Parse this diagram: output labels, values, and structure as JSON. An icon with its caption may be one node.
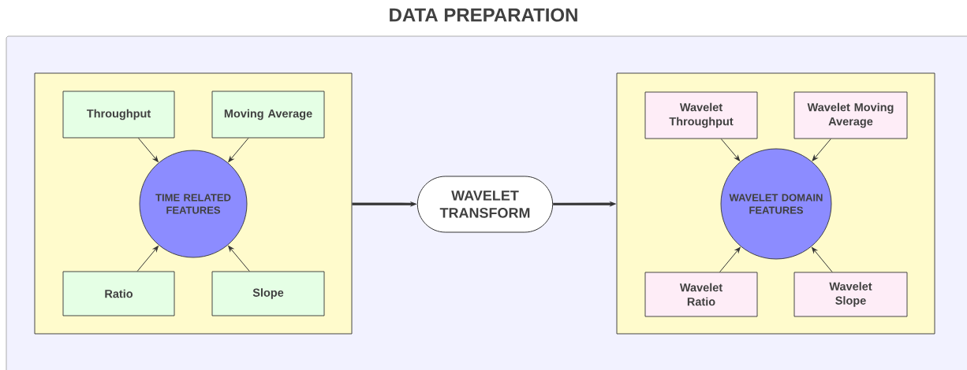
{
  "diagram": {
    "title": "DATA PREPARATION",
    "nodes": [
      {
        "text": [],
        "shape": "box"
      },
      {
        "text": [
          "Throughput"
        ],
        "in": 0
      },
      {
        "text": [
          "Moving Average"
        ],
        "in": 0
      },
      {
        "text": [
          "TIME RELATED FEATURES"
        ],
        "in": 0
      },
      {
        "text": [
          "Ratio"
        ],
        "in": 0
      },
      {
        "text": [
          "Slope"
        ],
        "in": 0
      },
      {
        "text": [
          "WAVELET TRANSFORM"
        ]
      },
      {
        "text": [],
        "shape": "box"
      },
      {
        "text": [
          "Wavelet Throughput"
        ],
        "in": 7
      },
      {
        "text": [
          "Wavelet Moving Average"
        ],
        "in": 7
      },
      {
        "text": [
          "WAVELET DOMAIN FEATURES"
        ],
        "in": 7
      },
      {
        "text": [
          "Wavelet Ratio"
        ],
        "in": 7
      },
      {
        "text": [
          "Wavelet Slope"
        ],
        "in": 7
      }
    ],
    "edges": [
      {
        "from": 1,
        "to": 3,
        "arrow": "to"
      },
      {
        "from": 2,
        "to": 3,
        "arrow": "to"
      },
      {
        "from": 4,
        "to": 3,
        "arrow": "to"
      },
      {
        "from": 5,
        "to": 3,
        "arrow": "to"
      },
      {
        "from": 0,
        "to": 6,
        "arrow": "to",
        "style": "thick"
      },
      {
        "from": 6,
        "to": 7,
        "arrow": "to",
        "style": "thick"
      },
      {
        "from": 8,
        "to": 10,
        "arrow": "to"
      },
      {
        "from": 9,
        "to": 10,
        "arrow": "to"
      },
      {
        "from": 11,
        "to": 10,
        "arrow": "to"
      },
      {
        "from": 12,
        "to": 10,
        "arrow": "to"
      }
    ]
  }
}
